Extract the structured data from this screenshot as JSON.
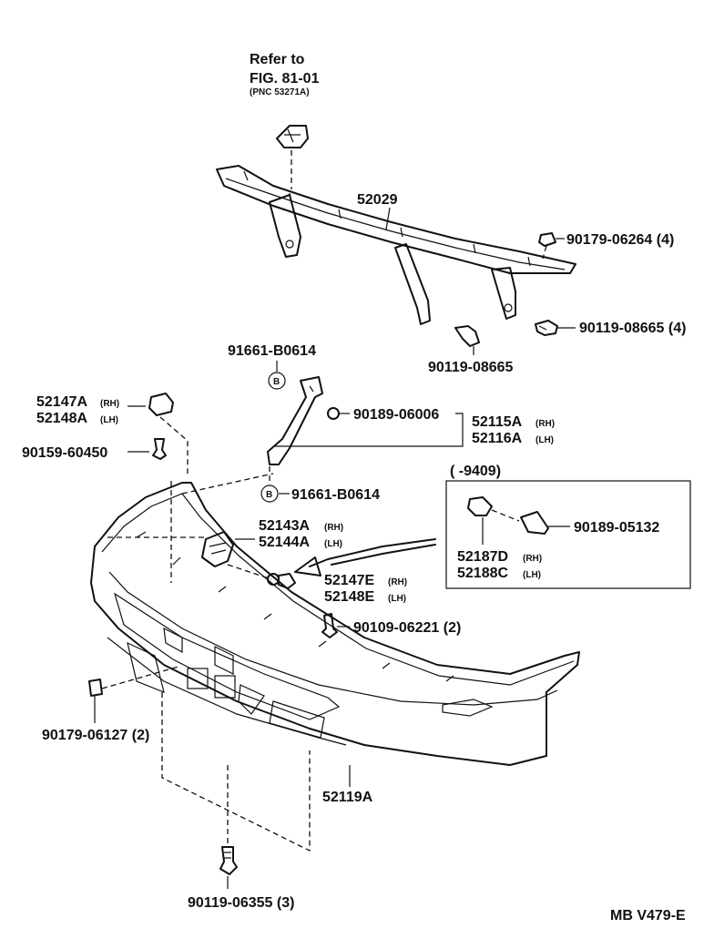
{
  "refer": {
    "line1": "Refer to",
    "line2": "FIG. 81-01",
    "line3": "(PNC 53271A)"
  },
  "parts": {
    "p52029": "52029",
    "p90179_06264": "90179-06264 (4)",
    "p90119_08665_r": "90119-08665 (4)",
    "p90119_08665": "90119-08665",
    "p91661_top": "91661-B0614",
    "p91661_bot": "91661-B0614",
    "b_mark_top": "B",
    "b_mark_bot": "B",
    "p52147A": "52147A",
    "p52147A_side": "(RH)",
    "p52148A": "52148A",
    "p52148A_side": "(LH)",
    "p90159": "90159-60450",
    "p90189_06006": "90189-06006",
    "p52115A": "52115A",
    "p52115A_side": "(RH)",
    "p52116A": "52116A",
    "p52116A_side": "(LH)",
    "inset_range": "(        -9409)",
    "p90189_05132": "90189-05132",
    "p52187D": "52187D",
    "p52187D_side": "(RH)",
    "p52188C": "52188C",
    "p52188C_side": "(LH)",
    "p52143A": "52143A",
    "p52143A_side": "(RH)",
    "p52144A": "52144A",
    "p52144A_side": "(LH)",
    "p52147E": "52147E",
    "p52147E_side": "(RH)",
    "p52148E": "52148E",
    "p52148E_side": "(LH)",
    "p90109": "90109-06221 (2)",
    "p90179_06127": "90179-06127 (2)",
    "p52119A": "52119A",
    "p90119_06355": "90119-06355 (3)"
  },
  "footer": {
    "code": "MB V479-E"
  }
}
